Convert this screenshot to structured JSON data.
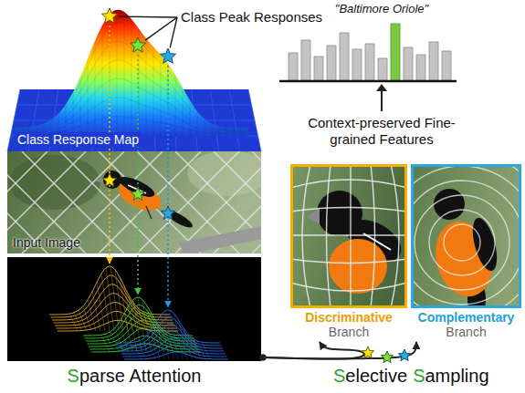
{
  "diagram": {
    "nodes": [
      {
        "text": [
          "Class Response Map"
        ]
      },
      {
        "text": [
          "Input Image"
        ]
      },
      {
        "text": [
          "Sparse Attention"
        ]
      },
      {
        "text": [
          "Discriminative",
          "Branch"
        ]
      },
      {
        "text": [
          "Complementary",
          "Branch"
        ]
      }
    ],
    "edges": [
      {
        "from": 2,
        "to": 3,
        "arrow": "to"
      },
      {
        "from": 2,
        "to": 4,
        "arrow": "to"
      }
    ],
    "labels": [
      "Class Peak Responses",
      "\"Baltimore Oriole\"",
      "Context-preserved Fine-grained Features",
      "Selective",
      "Sampling"
    ]
  }
}
